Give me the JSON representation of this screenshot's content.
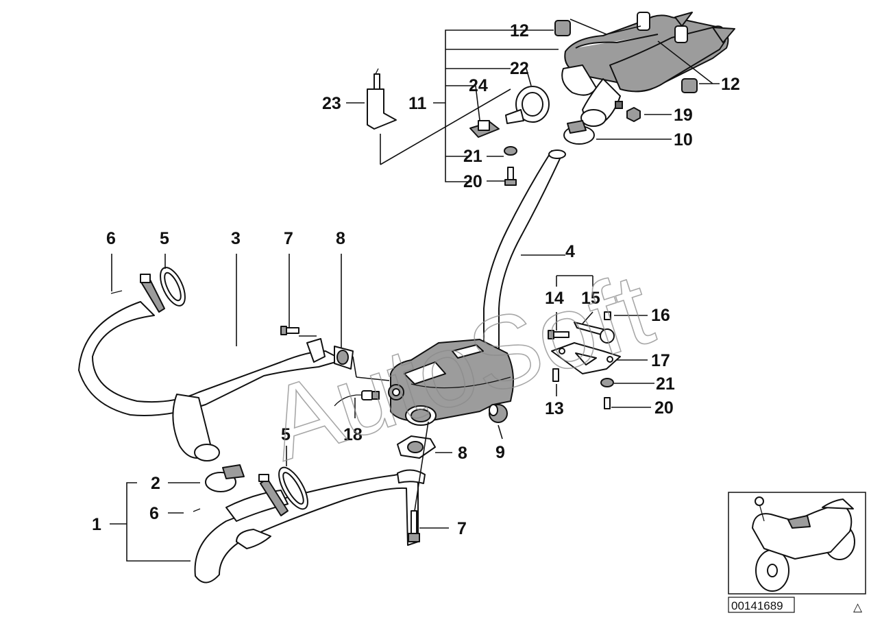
{
  "watermark": "AutoSoft",
  "document_number": "00141689",
  "corner_symbol": "△",
  "callouts": {
    "c1": "1",
    "c2": "2",
    "c3": "3",
    "c4": "4",
    "c5a": "5",
    "c5b": "5",
    "c6a": "6",
    "c6b": "6",
    "c7a": "7",
    "c7b": "7",
    "c8a": "8",
    "c8b": "8",
    "c9": "9",
    "c10": "10",
    "c11": "11",
    "c12a": "12",
    "c12b": "12",
    "c13": "13",
    "c14": "14",
    "c15": "15",
    "c16": "16",
    "c17": "17",
    "c18": "18",
    "c19": "19",
    "c20a": "20",
    "c20b": "20",
    "c21a": "21",
    "c21b": "21",
    "c22": "22",
    "c23": "23",
    "c24": "24"
  }
}
